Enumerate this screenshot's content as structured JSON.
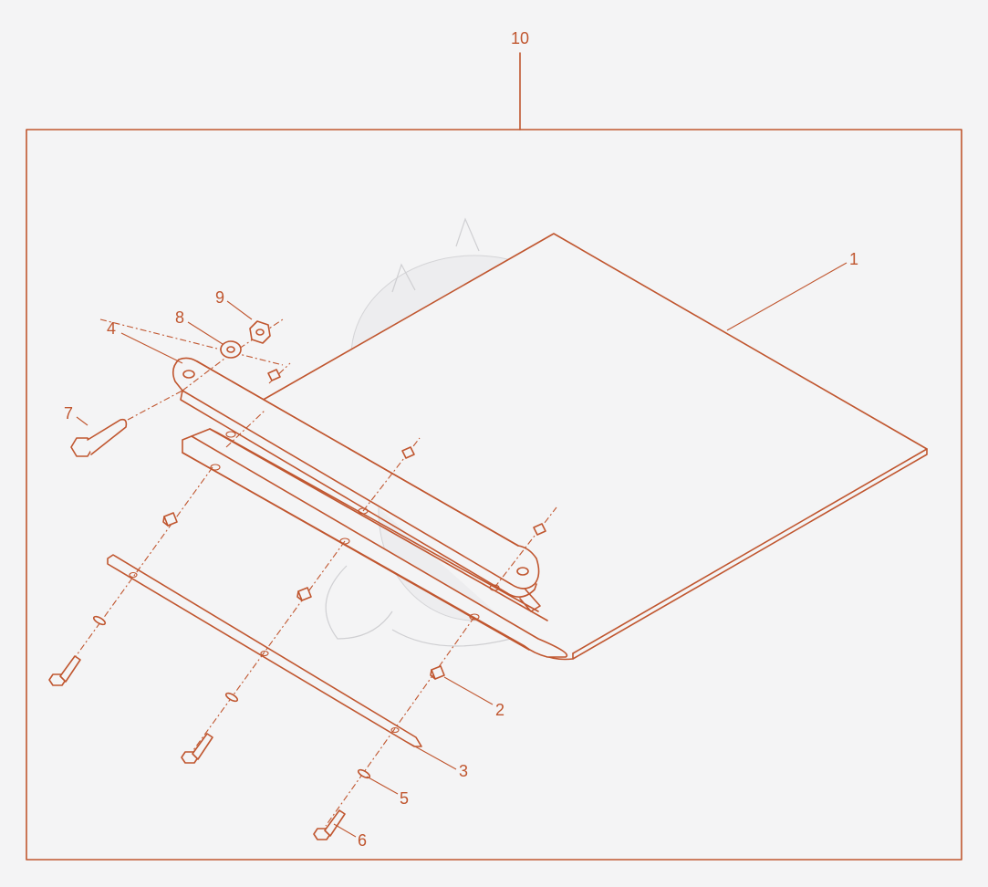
{
  "diagram": {
    "assembly_label": "10",
    "parts": [
      {
        "id": "part-1",
        "label": "1"
      },
      {
        "id": "part-2",
        "label": "2"
      },
      {
        "id": "part-3",
        "label": "3"
      },
      {
        "id": "part-4",
        "label": "4"
      },
      {
        "id": "part-5",
        "label": "5"
      },
      {
        "id": "part-6",
        "label": "6"
      },
      {
        "id": "part-7",
        "label": "7"
      },
      {
        "id": "part-8",
        "label": "8"
      },
      {
        "id": "part-9",
        "label": "9"
      }
    ]
  },
  "colors": {
    "line": "#c0562f",
    "background": "#f4f4f5",
    "watermark": "#c9c9cc"
  }
}
